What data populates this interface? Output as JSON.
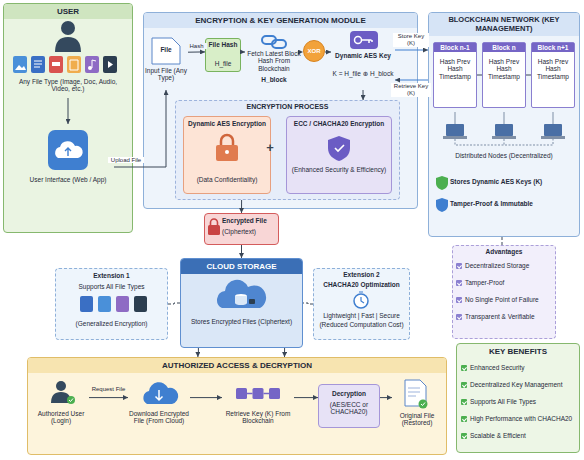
{
  "diagram": {
    "nodes": [
      {
        "text": [
          "USER",
          "Any File Type (Image, Doc, Audio, Video, etc.)"
        ]
      },
      {
        "text": [
          "User Interface (Web / App)"
        ],
        "in": 0
      },
      {
        "text": [
          "ENCRYPTION & KEY GENERATION MODULE"
        ]
      },
      {
        "text": [
          "File",
          "Input File (Any Type)"
        ],
        "in": 2
      },
      {
        "text": [
          "File Hash",
          "H_file"
        ],
        "in": 2
      },
      {
        "text": [
          "Fetch Latest Block Hash From Blockchain",
          "H_block"
        ],
        "in": 2
      },
      {
        "text": [
          "XOR"
        ],
        "in": 2
      },
      {
        "text": [
          "Dynamic AES Key",
          "K = H_file ⊕ H_block"
        ],
        "in": 2
      },
      {
        "text": [
          "ENCRYPTION PROCESS"
        ],
        "in": 2
      },
      {
        "text": [
          "Dynamic AES Encryption",
          "(Data Confidentiality)"
        ],
        "in": 8
      },
      {
        "text": [
          "ECC / CHACHA20 Encryption",
          "(Enhanced Security & Efficiency)"
        ],
        "in": 8
      },
      {
        "text": [
          "BLOCKCHAIN NETWORK (KEY MANAGEMENT)",
          "Distributed Nodes (Decentralized)",
          "Stores Dynamic AES Keys (K)",
          "Tamper-Proof & Immutable"
        ]
      },
      {
        "text": [
          "Block n-1",
          "Hash Prev Hash Timestamp"
        ],
        "in": 11
      },
      {
        "text": [
          "Block n",
          "Hash Prev Hash Timestamp"
        ],
        "in": 11
      },
      {
        "text": [
          "Block n+1",
          "Hash Prev Hash Timestamp"
        ],
        "in": 11
      },
      {
        "text": [
          "Advantages",
          "Decentralized Storage",
          "Tamper-Proof",
          "No Single Point of Failure",
          "Transparent & Verifiable"
        ]
      },
      {
        "text": [
          "Encrypted File",
          "(Ciphertext)"
        ]
      },
      {
        "text": [
          "Extension 1",
          "Supports All File Types",
          "(Generalized Encryption)"
        ]
      },
      {
        "text": [
          "CLOUD STORAGE",
          "Stores Encrypted Files (Ciphertext)"
        ]
      },
      {
        "text": [
          "Extension 2",
          "CHACHA20 Optimization",
          "Lightweight | Fast | Secure",
          "(Reduced Computation Cost)"
        ]
      },
      {
        "text": [
          "AUTHORIZED ACCESS & DECRYPTION"
        ]
      },
      {
        "text": [
          "Authorized User (Login)"
        ],
        "in": 20
      },
      {
        "text": [
          "Download Encrypted File (From Cloud)"
        ],
        "in": 20
      },
      {
        "text": [
          "Retrieve Key (K) From Blockchain"
        ],
        "in": 20
      },
      {
        "text": [
          "Decryption",
          "(AES/ECC or CHACHA20)"
        ],
        "in": 20
      },
      {
        "text": [
          "Original File (Restored)"
        ],
        "in": 20
      },
      {
        "text": [
          "KEY BENEFITS",
          "Enhanced Security",
          "Decentralized Key Management",
          "Supports All File Types",
          "High Performance with CHACHA20",
          "Scalable & Efficient"
        ]
      }
    ],
    "edges": [
      {
        "from": 1,
        "to": 3,
        "label": "Upload File",
        "arrow": "to"
      },
      {
        "from": 3,
        "to": 4,
        "label": "Hash",
        "arrow": "to"
      },
      {
        "from": 4,
        "to": 5,
        "arrow": "to"
      },
      {
        "from": 5,
        "to": 6,
        "arrow": "to"
      },
      {
        "from": 6,
        "to": 7,
        "arrow": "to"
      },
      {
        "from": 7,
        "to": 11,
        "label": "Store Key (K)",
        "arrow": "to"
      },
      {
        "from": 11,
        "to": 7,
        "label": "Retrieve Key (K)",
        "arrow": "to"
      },
      {
        "from": 7,
        "to": 8,
        "arrow": "to"
      },
      {
        "from": 8,
        "to": 16,
        "arrow": "to"
      },
      {
        "from": 11,
        "to": 15,
        "arrow": "none"
      },
      {
        "from": 12,
        "to": 13,
        "arrow": "none"
      },
      {
        "from": 13,
        "to": 14,
        "arrow": "none"
      },
      {
        "from": 16,
        "to": 18,
        "arrow": "to"
      },
      {
        "from": 17,
        "to": 18,
        "arrow": "none"
      },
      {
        "from": 19,
        "to": 18,
        "arrow": "none"
      },
      {
        "from": 18,
        "to": 20,
        "arrow": "to"
      },
      {
        "from": 18,
        "to": 20,
        "arrow": "to"
      },
      {
        "from": 21,
        "to": 22,
        "label": "Request File",
        "arrow": "to"
      },
      {
        "from": 22,
        "to": 23,
        "arrow": "to"
      },
      {
        "from": 23,
        "to": 24,
        "arrow": "to"
      },
      {
        "from": 24,
        "to": 25,
        "arrow": "to"
      }
    ],
    "labels": [
      "+"
    ]
  }
}
